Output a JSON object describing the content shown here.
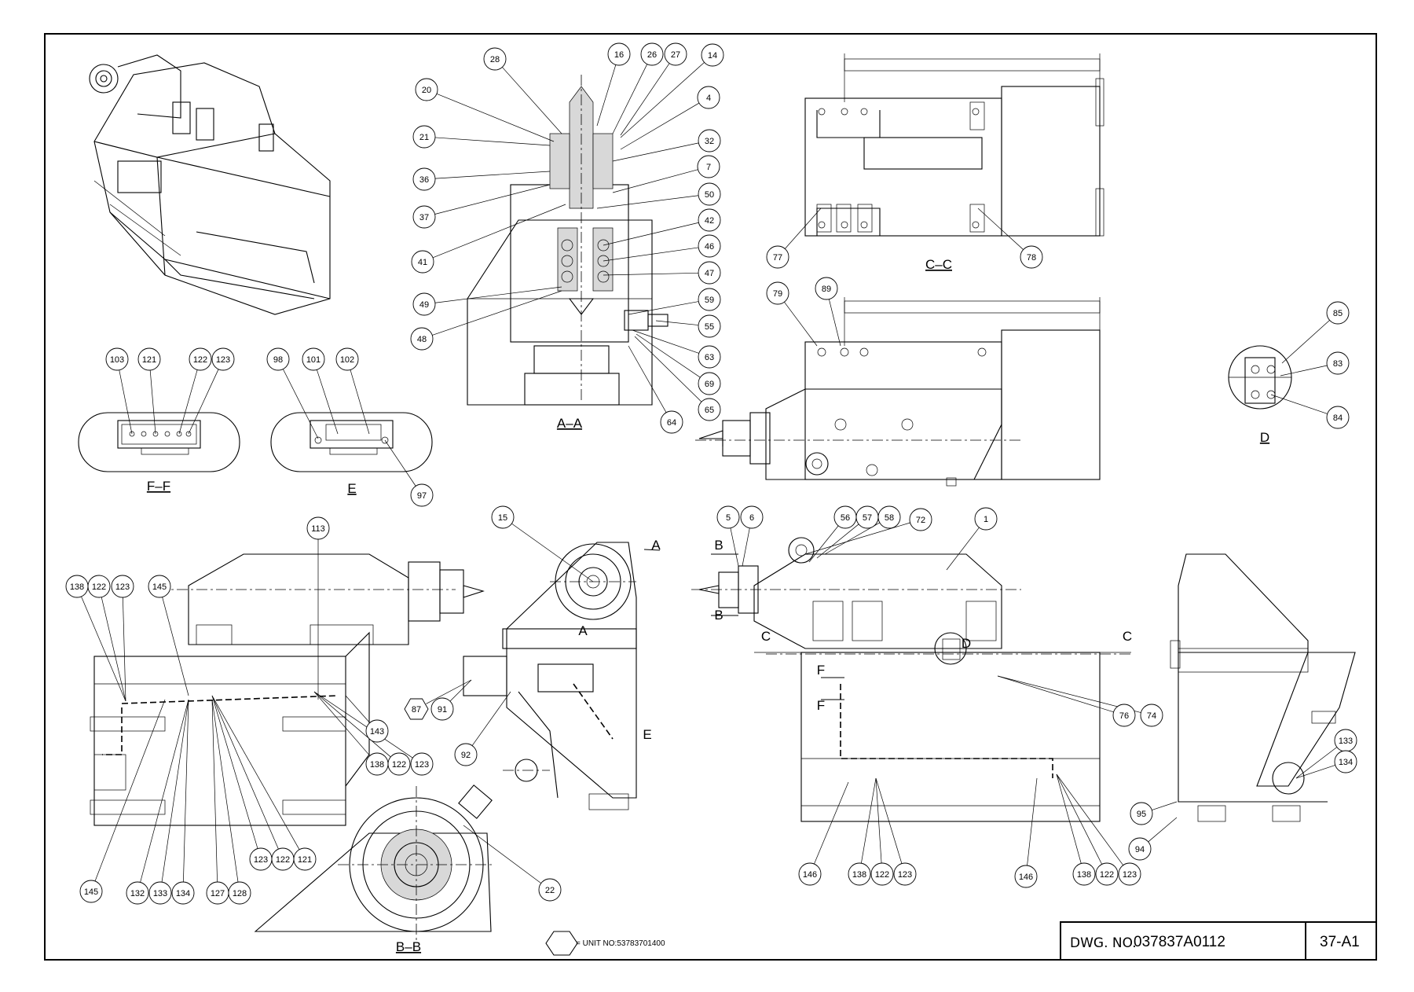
{
  "title_block": {
    "dwg_label": "DWG. NO.",
    "dwg_number": "037837A0112",
    "sheet": "37-A1"
  },
  "unit_note": "= UNIT NO:53783701400",
  "view_titles": {
    "aa": "A–A",
    "cc": "C–C",
    "d": "D",
    "ff": "F–F",
    "e": "E",
    "bb": "B–B"
  },
  "section_letters": {
    "a": "A",
    "b": "B",
    "c": "C",
    "d": "D",
    "e": "E",
    "f": "F"
  },
  "balloons": [
    {
      "t": "28"
    },
    {
      "t": "16"
    },
    {
      "t": "26"
    },
    {
      "t": "27"
    },
    {
      "t": "14"
    },
    {
      "t": "20"
    },
    {
      "t": "4"
    },
    {
      "t": "21"
    },
    {
      "t": "32"
    },
    {
      "t": "36"
    },
    {
      "t": "7"
    },
    {
      "t": "37"
    },
    {
      "t": "50"
    },
    {
      "t": "42"
    },
    {
      "t": "41"
    },
    {
      "t": "46"
    },
    {
      "t": "47"
    },
    {
      "t": "49"
    },
    {
      "t": "59"
    },
    {
      "t": "48"
    },
    {
      "t": "55"
    },
    {
      "t": "63"
    },
    {
      "t": "69"
    },
    {
      "t": "65"
    },
    {
      "t": "64"
    },
    {
      "t": "77"
    },
    {
      "t": "78"
    },
    {
      "t": "79"
    },
    {
      "t": "89"
    },
    {
      "t": "85"
    },
    {
      "t": "83"
    },
    {
      "t": "84"
    },
    {
      "t": "103"
    },
    {
      "t": "121"
    },
    {
      "t": "122"
    },
    {
      "t": "123"
    },
    {
      "t": "98"
    },
    {
      "t": "101"
    },
    {
      "t": "102"
    },
    {
      "t": "97"
    },
    {
      "t": "15"
    },
    {
      "t": "5"
    },
    {
      "t": "6"
    },
    {
      "t": "56"
    },
    {
      "t": "57"
    },
    {
      "t": "58"
    },
    {
      "t": "72"
    },
    {
      "t": "1"
    },
    {
      "t": "113"
    },
    {
      "t": "138"
    },
    {
      "t": "122"
    },
    {
      "t": "123"
    },
    {
      "t": "145"
    },
    {
      "t": "143"
    },
    {
      "t": "138"
    },
    {
      "t": "122"
    },
    {
      "t": "123"
    },
    {
      "t": "123"
    },
    {
      "t": "122"
    },
    {
      "t": "121"
    },
    {
      "t": "145"
    },
    {
      "t": "132"
    },
    {
      "t": "133"
    },
    {
      "t": "134"
    },
    {
      "t": "127"
    },
    {
      "t": "128"
    },
    {
      "t": "87"
    },
    {
      "t": "91"
    },
    {
      "t": "92"
    },
    {
      "t": "22"
    },
    {
      "t": "76"
    },
    {
      "t": "74"
    },
    {
      "t": "146"
    },
    {
      "t": "138"
    },
    {
      "t": "122"
    },
    {
      "t": "123"
    },
    {
      "t": "146"
    },
    {
      "t": "138"
    },
    {
      "t": "122"
    },
    {
      "t": "123"
    },
    {
      "t": "133"
    },
    {
      "t": "134"
    },
    {
      "t": "95"
    },
    {
      "t": "94"
    }
  ]
}
